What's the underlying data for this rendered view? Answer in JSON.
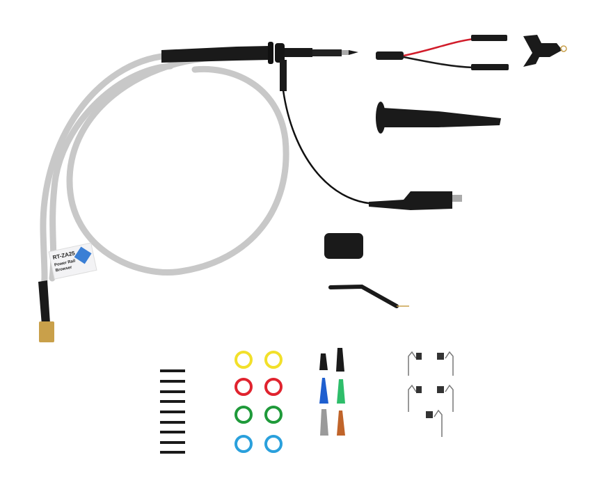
{
  "scene": {
    "description": "Oscilloscope power rail probe kit with accessories laid out on white background",
    "background": "#ffffff"
  },
  "probe": {
    "cable_color": "#c8c8c8",
    "body_color": "#1a1a1a",
    "connector_color": "#c9a04a",
    "label": {
      "model": "RT-ZA25",
      "line1": "Power Rail",
      "line2": "Browser",
      "logo_color": "#3a7fd5"
    }
  },
  "accessories": {
    "adapter_leads": {
      "lead_colors": [
        "#d11c2a",
        "#1a1a1a"
      ]
    },
    "sprung_hook": {},
    "ground_lead_clip": {},
    "spring_tips_count": 9,
    "color_rings": [
      {
        "color": "#f2e02a",
        "count": 2
      },
      {
        "color": "#e0232e",
        "count": 2
      },
      {
        "color": "#1f9a3a",
        "count": 2
      },
      {
        "color": "#2aa0dc",
        "count": 2
      }
    ],
    "tip_caps": [
      {
        "color": "#1a1a1a",
        "count": 2
      },
      {
        "color": "#1f5fcf",
        "count": 1
      },
      {
        "color": "#2ebd6a",
        "count": 1
      },
      {
        "color": "#9a9a9a",
        "count": 1
      },
      {
        "color": "#c0642a",
        "count": 1
      }
    ],
    "ground_springs_count": 5
  }
}
